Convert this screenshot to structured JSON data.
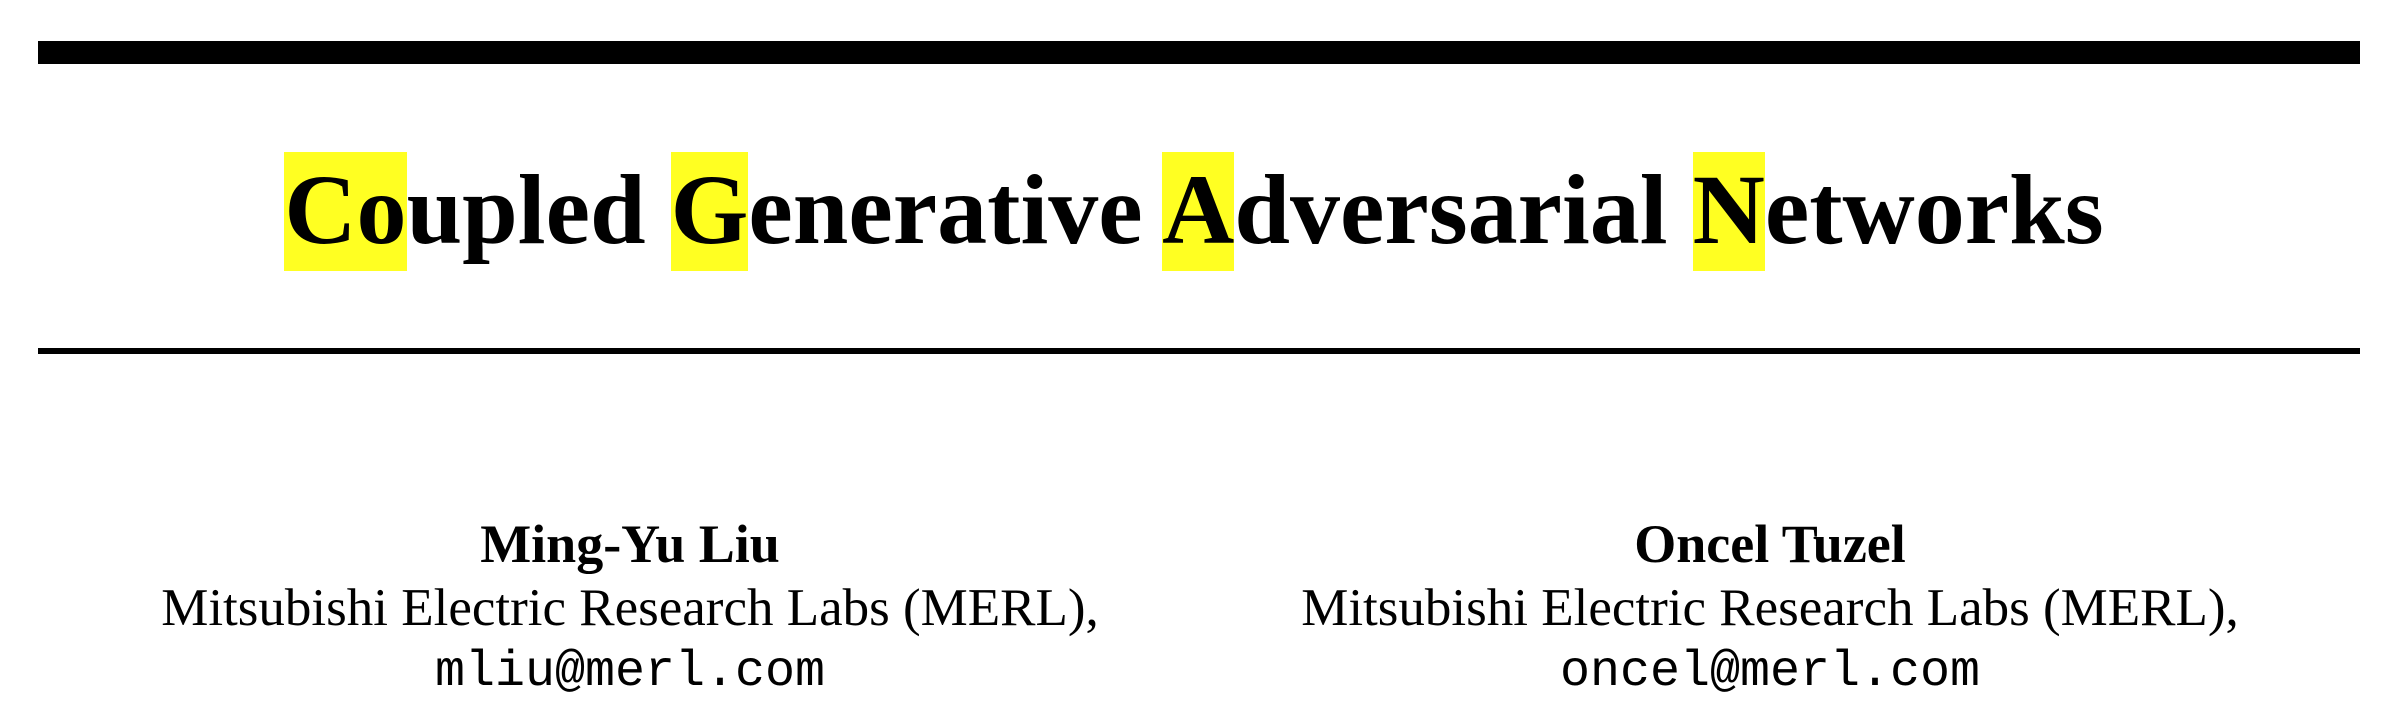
{
  "paper": {
    "title": {
      "words": [
        {
          "highlight": "Co",
          "rest": "upled"
        },
        {
          "highlight": "G",
          "rest": "enerative"
        },
        {
          "highlight": "A",
          "rest": "dversarial"
        },
        {
          "highlight": "N",
          "rest": "etworks"
        }
      ],
      "highlight_color": "#ffff22"
    },
    "authors": [
      {
        "name": "Ming-Yu Liu",
        "affiliation": "Mitsubishi Electric Research Labs (MERL),",
        "email": "mliu@merl.com"
      },
      {
        "name": "Oncel Tuzel",
        "affiliation": "Mitsubishi Electric Research Labs (MERL),",
        "email": "oncel@merl.com"
      }
    ]
  }
}
